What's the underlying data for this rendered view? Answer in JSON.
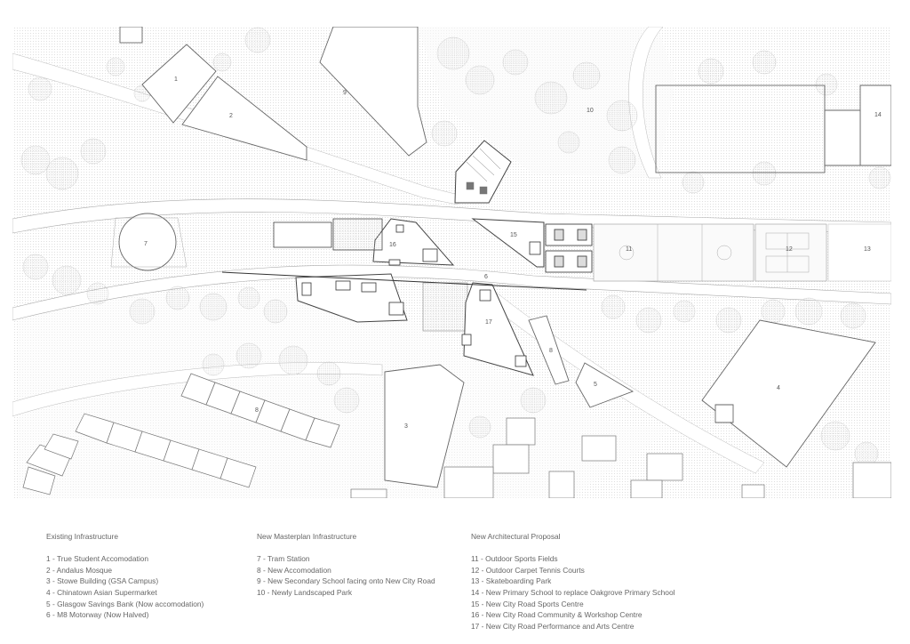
{
  "map": {
    "labels": [
      {
        "id": "1",
        "text": "1"
      },
      {
        "id": "2",
        "text": "2"
      },
      {
        "id": "3",
        "text": "3"
      },
      {
        "id": "4",
        "text": "4"
      },
      {
        "id": "5",
        "text": "5"
      },
      {
        "id": "6",
        "text": "6"
      },
      {
        "id": "7",
        "text": "7"
      },
      {
        "id": "8a",
        "text": "8"
      },
      {
        "id": "8b",
        "text": "8"
      },
      {
        "id": "9",
        "text": "9"
      },
      {
        "id": "10",
        "text": "10"
      },
      {
        "id": "11",
        "text": "11"
      },
      {
        "id": "12",
        "text": "12"
      },
      {
        "id": "13",
        "text": "13"
      },
      {
        "id": "14",
        "text": "14"
      },
      {
        "id": "15",
        "text": "15"
      },
      {
        "id": "16",
        "text": "16"
      },
      {
        "id": "17",
        "text": "17"
      }
    ]
  },
  "legend": {
    "existing": {
      "heading": "Existing Infrastructure",
      "items": [
        "1 - True Student Accomodation",
        "2 - Andalus Mosque",
        "3 - Stowe Building (GSA Campus)",
        "4 - Chinatown Asian Supermarket",
        "5 - Glasgow Savings Bank (Now accomodation)",
        "6 - M8 Motorway (Now Halved)"
      ]
    },
    "masterplan": {
      "heading": "New Masterplan Infrastructure",
      "items": [
        "7 - Tram Station",
        "8 - New Accomodation",
        "9 - New Secondary School facing onto New City Road",
        "10 - Newly Landscaped Park"
      ]
    },
    "proposal": {
      "heading": "New Architectural Proposal",
      "items": [
        "11 - Outdoor Sports Fields",
        "12 - Outdoor Carpet Tennis Courts",
        "13 - Skateboarding Park",
        "14 - New Primary School to replace Oakgrove Primary School",
        "15 - New City Road Sports Centre",
        "16 - New City Road Community & Workshop Centre",
        "17 - New City Road Performance and Arts Centre"
      ]
    }
  }
}
